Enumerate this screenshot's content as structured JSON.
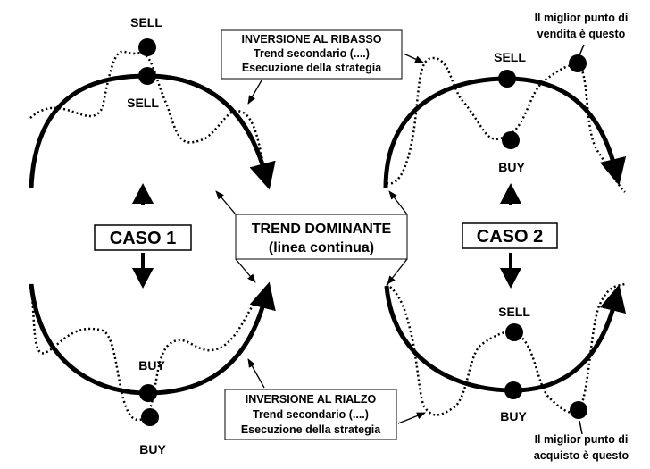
{
  "case1": {
    "label": "CASO 1",
    "top_sell_outer": "SELL",
    "top_sell_inner": "SELL",
    "bottom_buy_inner": "BUY",
    "bottom_buy_outer": "BUY"
  },
  "case2": {
    "label": "CASO 2",
    "top_sell": "SELL",
    "top_buy": "BUY",
    "bottom_sell": "SELL",
    "bottom_buy": "BUY",
    "best_sell_note": [
      "Il miglior punto di",
      "vendita è questo"
    ],
    "best_buy_note": [
      "Il miglior punto di",
      "acquisto è questo"
    ]
  },
  "center": {
    "title": "TREND DOMINANTE",
    "subtitle": "(linea continua)"
  },
  "top_box": {
    "line1": "INVERSIONE AL RIBASSO",
    "line2": "Trend secondario (....)",
    "line3": "Esecuzione della strategia"
  },
  "bottom_box": {
    "line1": "INVERSIONE AL RIALZO",
    "line2": "Trend secondario (....)",
    "line3": "Esecuzione della strategia"
  },
  "colors": {
    "ink": "#000000",
    "paper": "#ffffff"
  }
}
